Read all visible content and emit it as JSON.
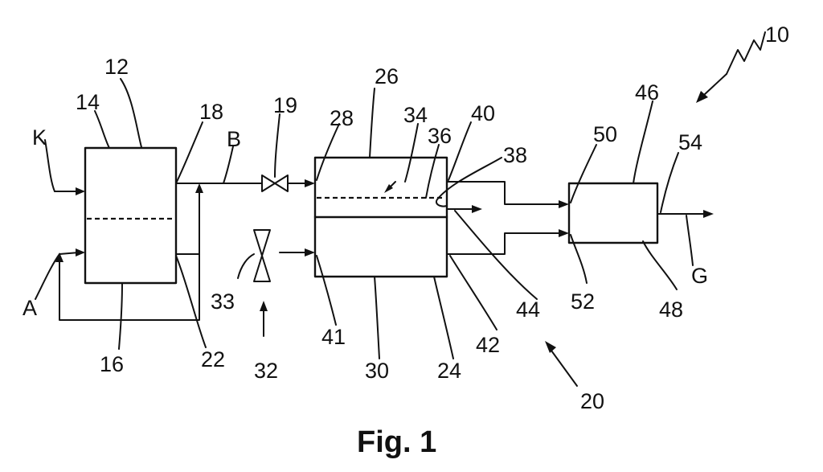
{
  "caption": "Fig. 1",
  "labels": {
    "n10": "10",
    "n12": "12",
    "n14": "14",
    "n16": "16",
    "n18": "18",
    "n19": "19",
    "n20": "20",
    "n22": "22",
    "n24": "24",
    "n26": "26",
    "n28": "28",
    "n30": "30",
    "n32": "32",
    "n33": "33",
    "n34": "34",
    "n36": "36",
    "n38": "38",
    "n40": "40",
    "n41": "41",
    "n42": "42",
    "n44": "44",
    "n46": "46",
    "n48": "48",
    "n50": "50",
    "n52": "52",
    "n54": "54",
    "K": "K",
    "A": "A",
    "B": "B",
    "G": "G"
  },
  "colors": {
    "ink": "#111111",
    "background": "#ffffff"
  }
}
